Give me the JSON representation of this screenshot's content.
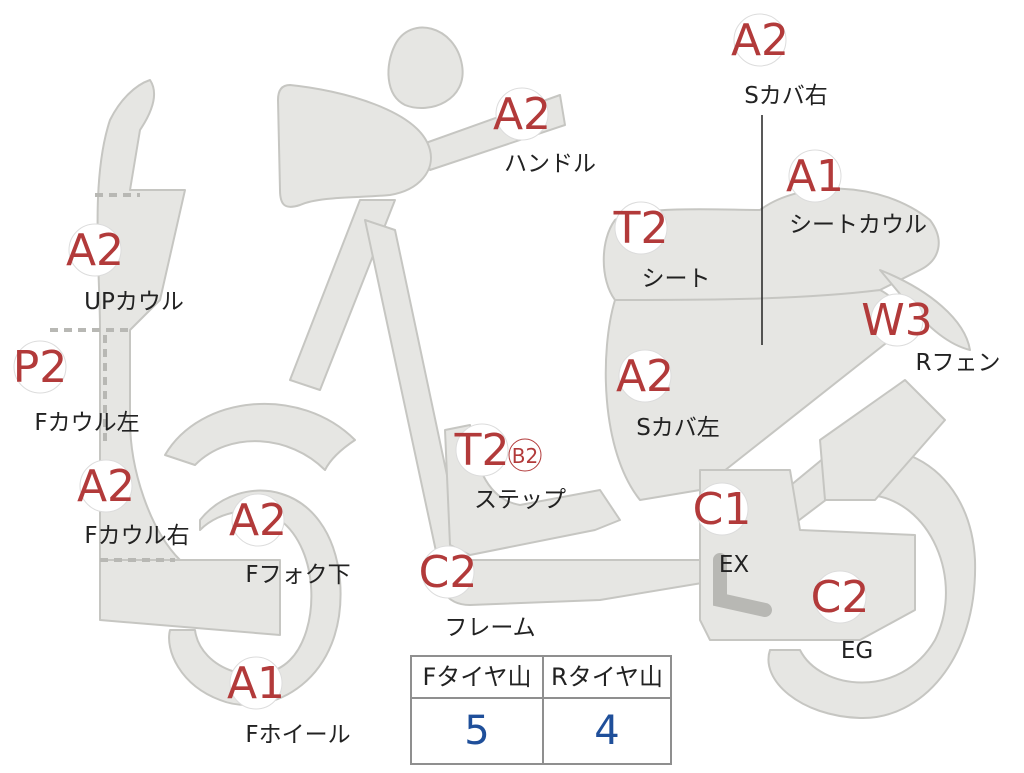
{
  "parts": [
    {
      "id": "handle",
      "grade": "A2",
      "label": "ハンドル"
    },
    {
      "id": "s-cover-right",
      "grade": "A2",
      "label": "Sカバ右"
    },
    {
      "id": "seat-cowl",
      "grade": "A1",
      "label": "シートカウル"
    },
    {
      "id": "seat",
      "grade": "T2",
      "label": "シート"
    },
    {
      "id": "r-fender",
      "grade": "W3",
      "label": "Rフェン"
    },
    {
      "id": "s-cover-left",
      "grade": "A2",
      "label": "Sカバ左"
    },
    {
      "id": "up-cowl",
      "grade": "A2",
      "label": "UPカウル"
    },
    {
      "id": "f-cowl-left",
      "grade": "P2",
      "label": "Fカウル左"
    },
    {
      "id": "f-cowl-right",
      "grade": "A2",
      "label": "Fカウル右"
    },
    {
      "id": "f-fork-lower",
      "grade": "A2",
      "label": "Fフォク下"
    },
    {
      "id": "step",
      "grade": "T2",
      "grade2": "B2",
      "label": "ステップ"
    },
    {
      "id": "frame",
      "grade": "C2",
      "label": "フレーム"
    },
    {
      "id": "ex",
      "grade": "C1",
      "label": "EX"
    },
    {
      "id": "eg",
      "grade": "C2",
      "label": "EG"
    },
    {
      "id": "f-wheel",
      "grade": "A1",
      "label": "Fホイール"
    }
  ],
  "tread": {
    "front_header": "Fタイヤ山",
    "rear_header": "Rタイヤ山",
    "front_value": "5",
    "rear_value": "4"
  },
  "colors": {
    "part_fill": "#e6e6e3",
    "part_stroke": "#c6c6c2",
    "grade_text": "#b23a3a",
    "label_text": "#222222",
    "tread_value": "#1f4f9a"
  }
}
